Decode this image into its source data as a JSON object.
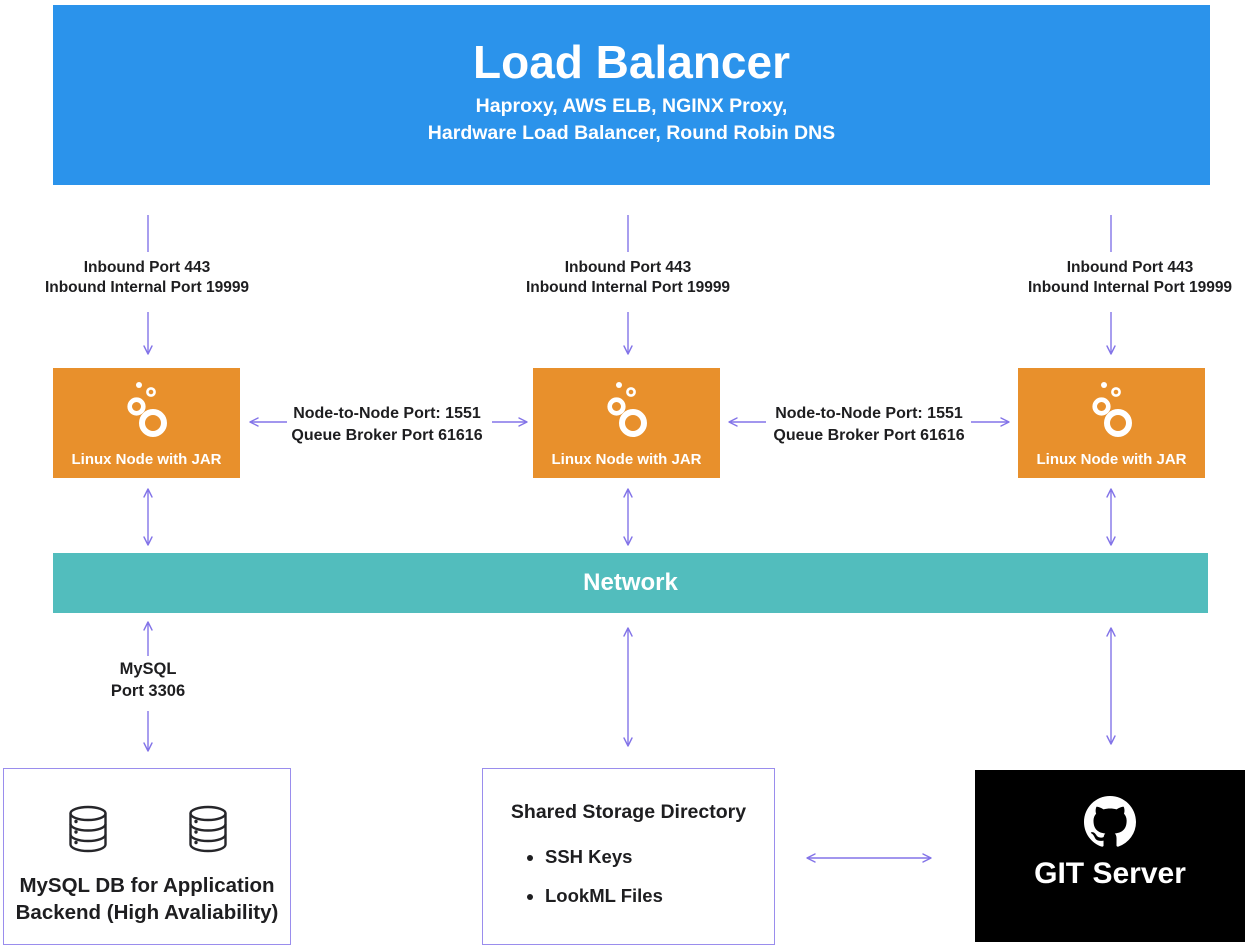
{
  "title_banner": {
    "title": "Load Balancer",
    "subtitle_line1": "Haproxy, AWS ELB, NGINX Proxy,",
    "subtitle_line2": "Hardware Load Balancer, Round Robin DNS"
  },
  "inbound_label": {
    "line1": "Inbound Port 443",
    "line2": "Inbound Internal Port 19999"
  },
  "node_box": {
    "label": "Linux Node with JAR"
  },
  "node_link_label": {
    "line1": "Node-to-Node Port: 1551",
    "line2": "Queue Broker Port 61616"
  },
  "network_bar": {
    "label": "Network"
  },
  "mysql_link_label": {
    "line1": "MySQL",
    "line2": "Port 3306"
  },
  "mysql_box": {
    "caption_line1": "MySQL DB for Application",
    "caption_line2": "Backend (High Avaliability)"
  },
  "storage_box": {
    "title": "Shared Storage Directory",
    "items": [
      "SSH Keys",
      "LookML Files"
    ]
  },
  "git_box": {
    "label": "GIT Server"
  },
  "icons": {
    "node_icon": "looker-logo-icon",
    "db_icon": "database-cylinder-icon",
    "git_icon": "github-octocat-icon"
  },
  "colors": {
    "banner_blue": "#2B93EB",
    "node_orange": "#E8902C",
    "network_teal": "#52BDBD",
    "arrow_purple": "#8374E8",
    "box_border_purple": "#9A8DED",
    "git_black": "#000000",
    "text_dark": "#1E1E20"
  }
}
